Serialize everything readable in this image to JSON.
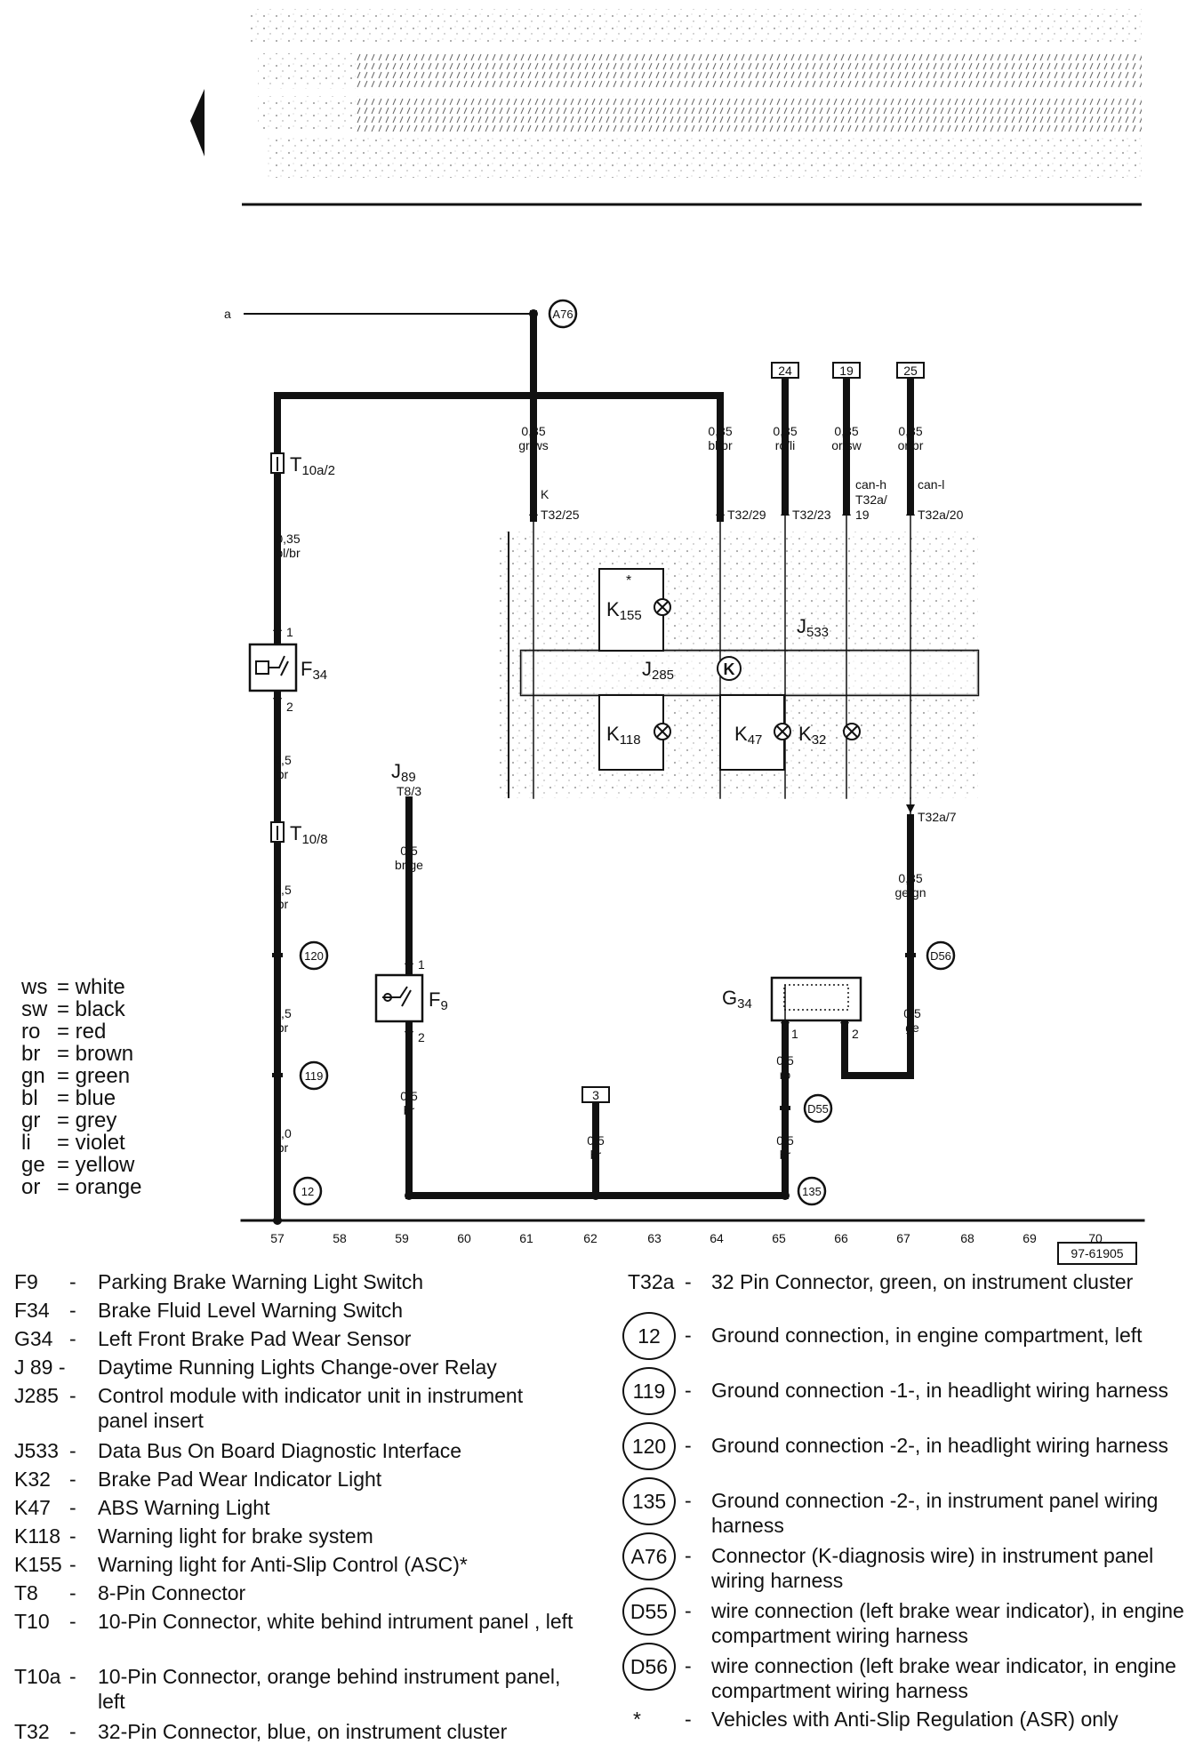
{
  "color_legend": [
    {
      "code": "ws",
      "name": "white"
    },
    {
      "code": "sw",
      "name": "black"
    },
    {
      "code": "ro",
      "name": "red"
    },
    {
      "code": "br",
      "name": "brown"
    },
    {
      "code": "gn",
      "name": "green"
    },
    {
      "code": "bl",
      "name": "blue"
    },
    {
      "code": "gr",
      "name": "grey"
    },
    {
      "code": "li",
      "name": "violet"
    },
    {
      "code": "ge",
      "name": "yellow"
    },
    {
      "code": "or",
      "name": "orange"
    }
  ],
  "grid_numbers": [
    "57",
    "58",
    "59",
    "60",
    "61",
    "62",
    "63",
    "64",
    "65",
    "66",
    "67",
    "68",
    "69",
    "70"
  ],
  "doc_number": "97-61905",
  "wire_from": "a",
  "components": {
    "F34": {
      "name": "F",
      "sub": "34"
    },
    "F9": {
      "name": "F",
      "sub": "9"
    },
    "G34": {
      "name": "G",
      "sub": "34"
    },
    "J89": {
      "name": "J",
      "sub": "89",
      "pin": "T8/3"
    },
    "J285": {
      "name": "J",
      "sub": "285"
    },
    "J533": {
      "name": "J",
      "sub": "533"
    },
    "K155": {
      "name": "K",
      "sub": "155",
      "star": "*"
    },
    "K118": {
      "name": "K",
      "sub": "118"
    },
    "K47": {
      "name": "K",
      "sub": "47"
    },
    "K32": {
      "name": "K",
      "sub": "32"
    },
    "T10a2": {
      "name": "T",
      "sub": "10a/2"
    },
    "T108": {
      "name": "T",
      "sub": "10/8"
    }
  },
  "connectors": {
    "A76": "A76",
    "D56": "D56",
    "D55": "D55",
    "g120": "120",
    "g119": "119",
    "g12": "12",
    "g135": "135",
    "box24": "24",
    "box19": "19",
    "box25": "25",
    "box3": "3"
  },
  "wires": {
    "w1": {
      "size": "0,35",
      "color": "gr/ws"
    },
    "w2": {
      "size": "0,35",
      "color": "bl/br"
    },
    "w3": {
      "size": "0,35",
      "color": "ro/li"
    },
    "w4": {
      "size": "0,35",
      "color": "or/sw"
    },
    "w5": {
      "size": "0,35",
      "color": "or/br"
    },
    "w6": {
      "size": "0,35",
      "color": "bl/br"
    },
    "w7": {
      "size": "0,5",
      "color": "br"
    },
    "w8": {
      "size": "0,5",
      "color": "br"
    },
    "w9": {
      "size": "1,5",
      "color": "br"
    },
    "w10": {
      "size": "4,0",
      "color": "br"
    },
    "w11": {
      "size": "0,5",
      "color": "br/ge"
    },
    "w12": {
      "size": "0,5",
      "color": "br"
    },
    "w13": {
      "size": "0,5",
      "color": "br"
    },
    "w14": {
      "size": "0,35",
      "color": "ge/gn"
    },
    "w15": {
      "size": "0,5",
      "color": "ge"
    },
    "w16": {
      "size": "0,5",
      "color": "ro"
    },
    "w17": {
      "size": "0,5",
      "color": "br"
    }
  },
  "pins": {
    "p1": "K",
    "p1b": "T32/25",
    "p2": "T32/29",
    "p3": "T32/23",
    "p4a": "can-h",
    "p4b": "T32a/",
    "p4c": "19",
    "p5a": "can-l",
    "p5b": "T32a/20",
    "p6": "T32a/7",
    "f34_1": "1",
    "f34_2": "2",
    "f9_1": "1",
    "f9_2": "2",
    "g34_1": "1",
    "g34_2": "2"
  },
  "legend_left": [
    {
      "code": "F9",
      "desc": "Parking Brake Warning Light Switch"
    },
    {
      "code": "F34",
      "desc": "Brake Fluid Level Warning Switch"
    },
    {
      "code": "G34",
      "desc": "Left Front Brake Pad Wear Sensor"
    },
    {
      "code": "J 89 -",
      "desc": "Daytime Running Lights Change-over Relay",
      "nodash": true
    },
    {
      "code": "J285",
      "desc": "Control module with indicator unit in instrument panel insert",
      "lines": 2
    },
    {
      "code": "J533",
      "desc": "Data Bus On Board Diagnostic Interface"
    },
    {
      "code": "K32",
      "desc": "Brake Pad Wear Indicator Light"
    },
    {
      "code": "K47",
      "desc": "ABS Warning Light"
    },
    {
      "code": "K118",
      "desc": "Warning light for brake system"
    },
    {
      "code": "K155",
      "desc": "Warning light for Anti-Slip Control (ASC)*"
    },
    {
      "code": "T8",
      "desc": "8-Pin Connector"
    },
    {
      "code": "T10",
      "desc": "10-Pin Connector, white behind intrument panel , left",
      "lines": 2
    },
    {
      "code": "T10a",
      "desc": "10-Pin Connector, orange behind instrument panel, left",
      "lines": 2
    },
    {
      "code": "T32",
      "desc": "32-Pin Connector, blue, on instrument cluster"
    }
  ],
  "legend_right": [
    {
      "code": "T32a",
      "desc": "32 Pin Connector, green, on instrument cluster"
    },
    {
      "code": "12",
      "desc": "Ground connection, in engine compartment, left",
      "circle": true
    },
    {
      "code": "119",
      "desc": "Ground connection -1-, in headlight wiring harness",
      "circle": true
    },
    {
      "code": "120",
      "desc": "Ground connection -2-, in headlight wiring harness",
      "circle": true
    },
    {
      "code": "135",
      "desc": "Ground connection -2-, in instrument panel wiring harness",
      "circle": true
    },
    {
      "code": "A76",
      "desc": "Connector (K-diagnosis wire) in instrument panel wiring harness",
      "circle": true
    },
    {
      "code": "D55",
      "desc": "wire connection (left brake wear indicator), in engine compartment wiring harness",
      "circle": true
    },
    {
      "code": "D56",
      "desc": "wire connection (left brake wear indicator, in engine compartment wiring harness",
      "circle": true
    },
    {
      "code": "*",
      "desc": "Vehicles with Anti-Slip Regulation (ASR) only"
    }
  ]
}
